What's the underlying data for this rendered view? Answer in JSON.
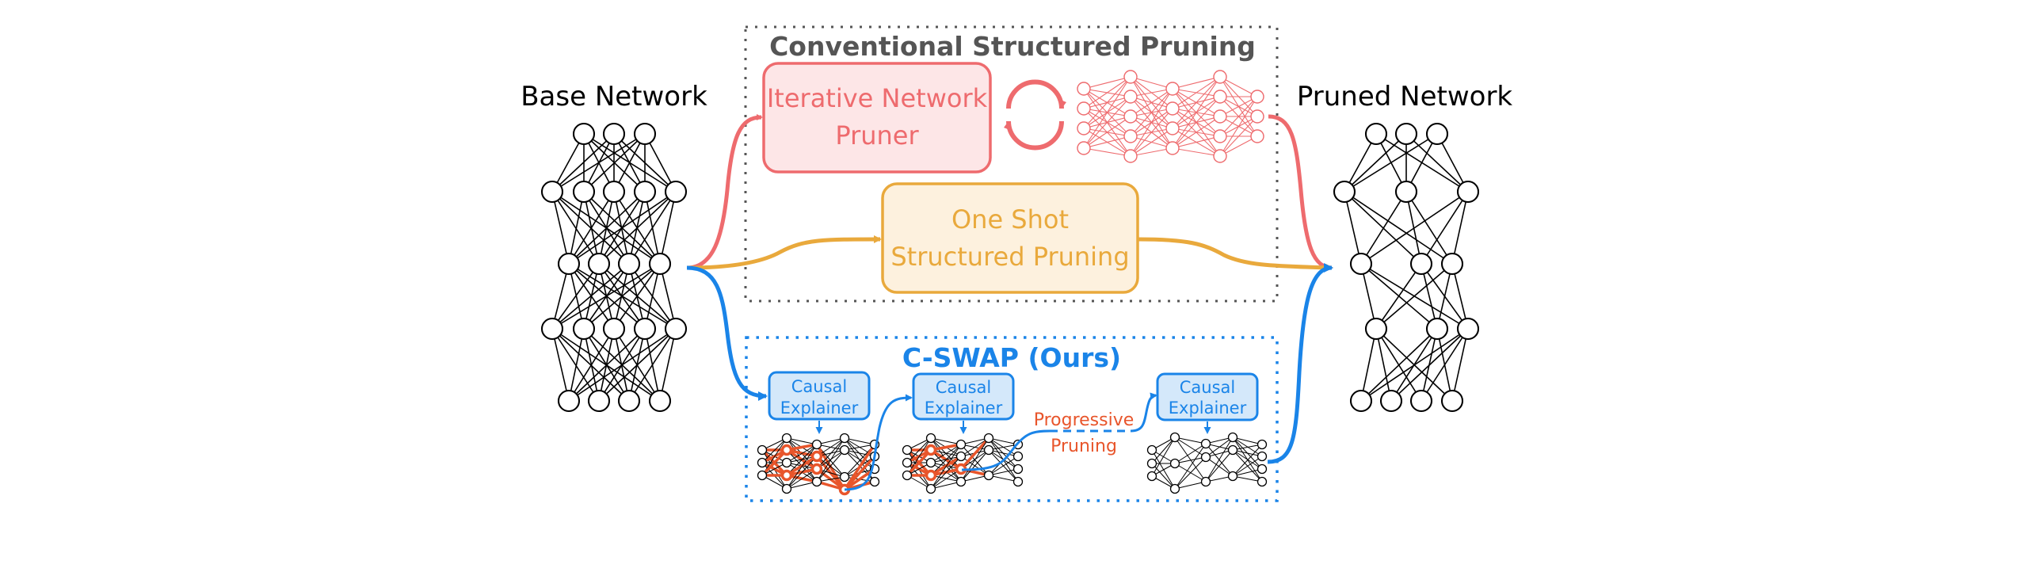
{
  "base_network": {
    "title": "Base Network",
    "layers": [
      3,
      5,
      4,
      5,
      4
    ]
  },
  "pruned_network": {
    "title": "Pruned Network",
    "kept_nodes": [
      [
        0,
        1,
        2
      ],
      [
        0,
        2,
        4
      ],
      [
        0,
        2,
        3
      ],
      [
        1,
        3,
        4
      ],
      [
        0,
        1,
        2,
        3
      ]
    ]
  },
  "conventional": {
    "title": "Conventional Structured Pruning",
    "iterative_box": {
      "line1": "Iterative Network",
      "line2": "Pruner"
    },
    "one_shot_box": {
      "line1": "One Shot",
      "line2": "Structured Pruning"
    },
    "iterative_network_layers": [
      4,
      5,
      4,
      5,
      3
    ]
  },
  "cswap": {
    "title": "C-SWAP (Ours)",
    "explainers": [
      {
        "line1": "Causal",
        "line2": "Explainer"
      },
      {
        "line1": "Causal",
        "line2": "Explainer"
      },
      {
        "line1": "Causal",
        "line2": "Explainer"
      }
    ],
    "progressive_label": {
      "line1": "Progressive",
      "line2": "Pruning"
    }
  },
  "colors": {
    "iterative": "#EE6B6E",
    "iterative_fill": "#FDE6E7",
    "one_shot": "#E9A93C",
    "one_shot_fill": "#FDF1DE",
    "cswap": "#1A84E8",
    "cswap_fill": "#D4E8FA",
    "highlight": "#E8552B",
    "conventional_title": "#555555",
    "ink": "#000000"
  }
}
